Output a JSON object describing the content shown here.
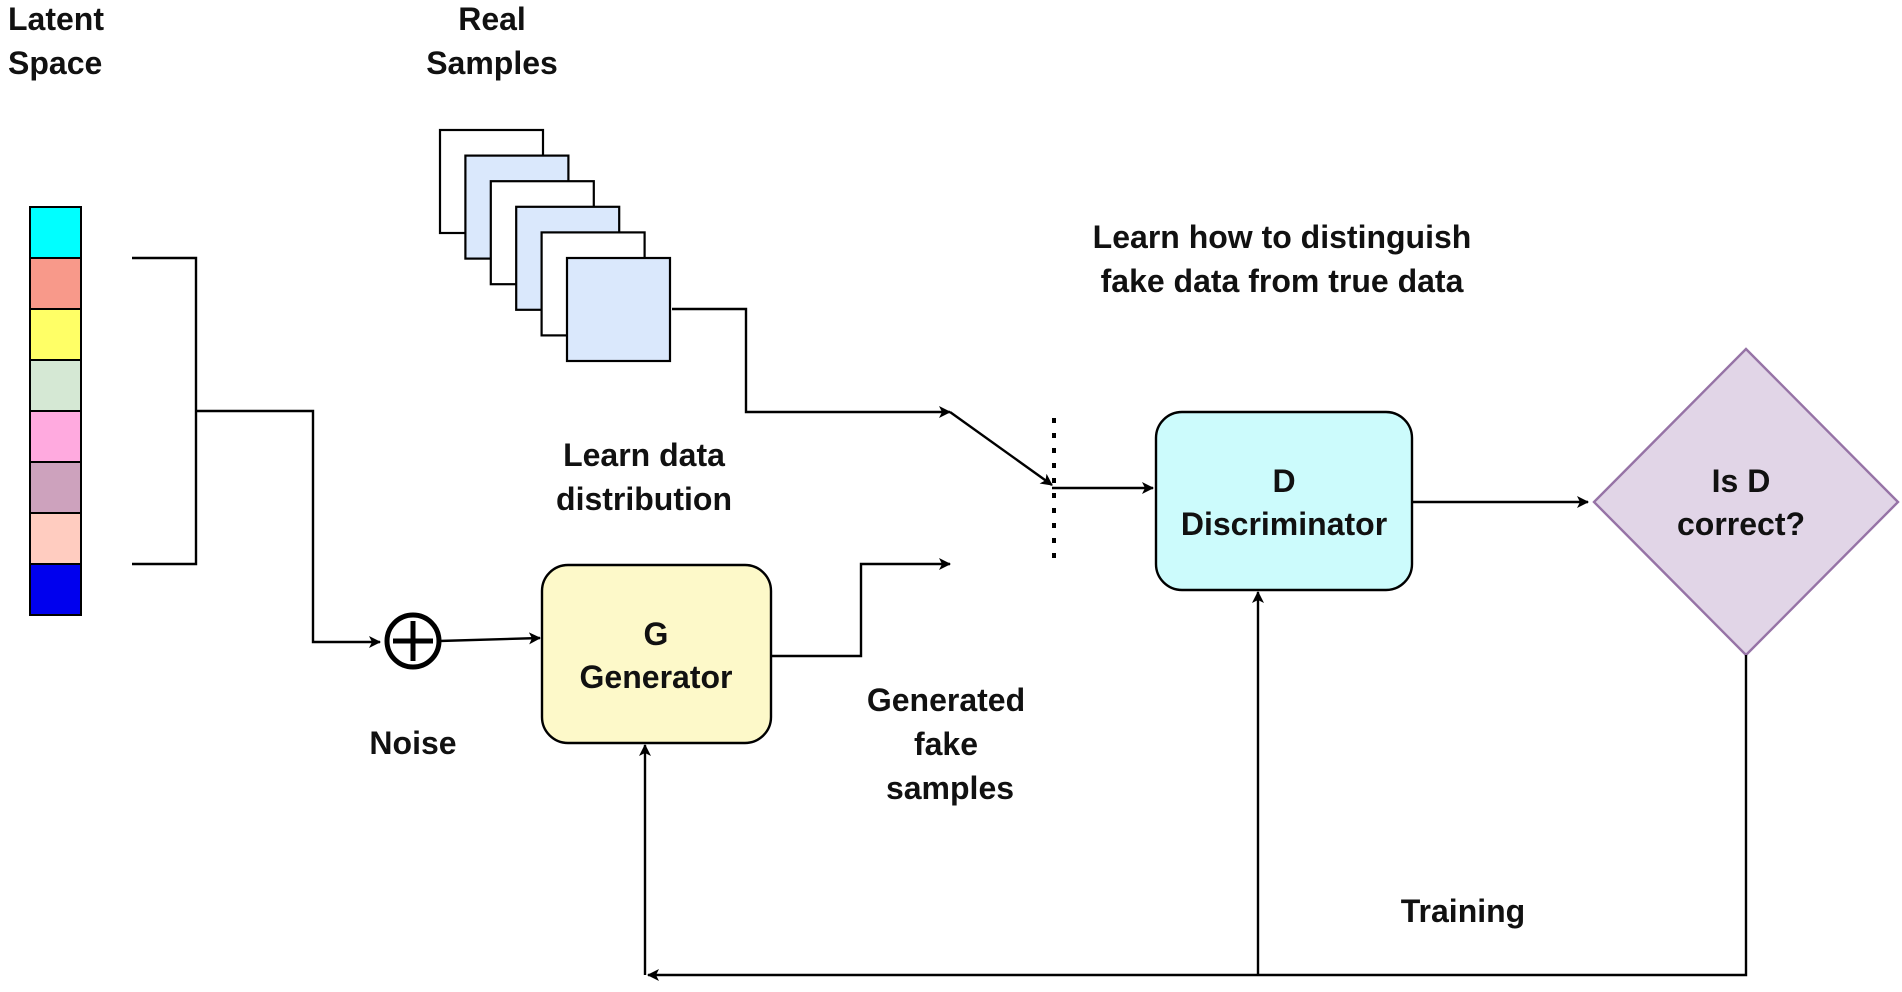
{
  "labels": {
    "latent_space_line1": "Latent",
    "latent_space_line2": "Space",
    "real_samples_line1": "Real",
    "real_samples_line2": "Samples",
    "learn_distinguish_line1": "Learn how to distinguish",
    "learn_distinguish_line2": "fake data from true data",
    "learn_data_line1": "Learn data",
    "learn_data_line2": "distribution",
    "noise": "Noise",
    "generated_line1": "Generated",
    "generated_line2": "fake",
    "generated_line3": "samples",
    "training": "Training"
  },
  "nodes": {
    "generator": {
      "line1": "G",
      "line2": "Generator",
      "fill": "#fdf9c9",
      "stroke": "#000000"
    },
    "discriminator": {
      "line1": "D",
      "line2": "Discriminator",
      "fill": "#ccfbfc",
      "stroke": "#000000"
    },
    "decision": {
      "line1": "Is D",
      "line2": "correct?",
      "fill": "#e1d5e7",
      "stroke": "#9673a6"
    }
  },
  "latent_vector_colors": [
    "#00ffff",
    "#f8998a",
    "#ffff66",
    "#d5e8d4",
    "#ffaadf",
    "#cda2bd",
    "#ffccc0",
    "#0000ee"
  ],
  "real_sample_fill": "#dae8fc",
  "summing_junction_symbol": "⊕"
}
